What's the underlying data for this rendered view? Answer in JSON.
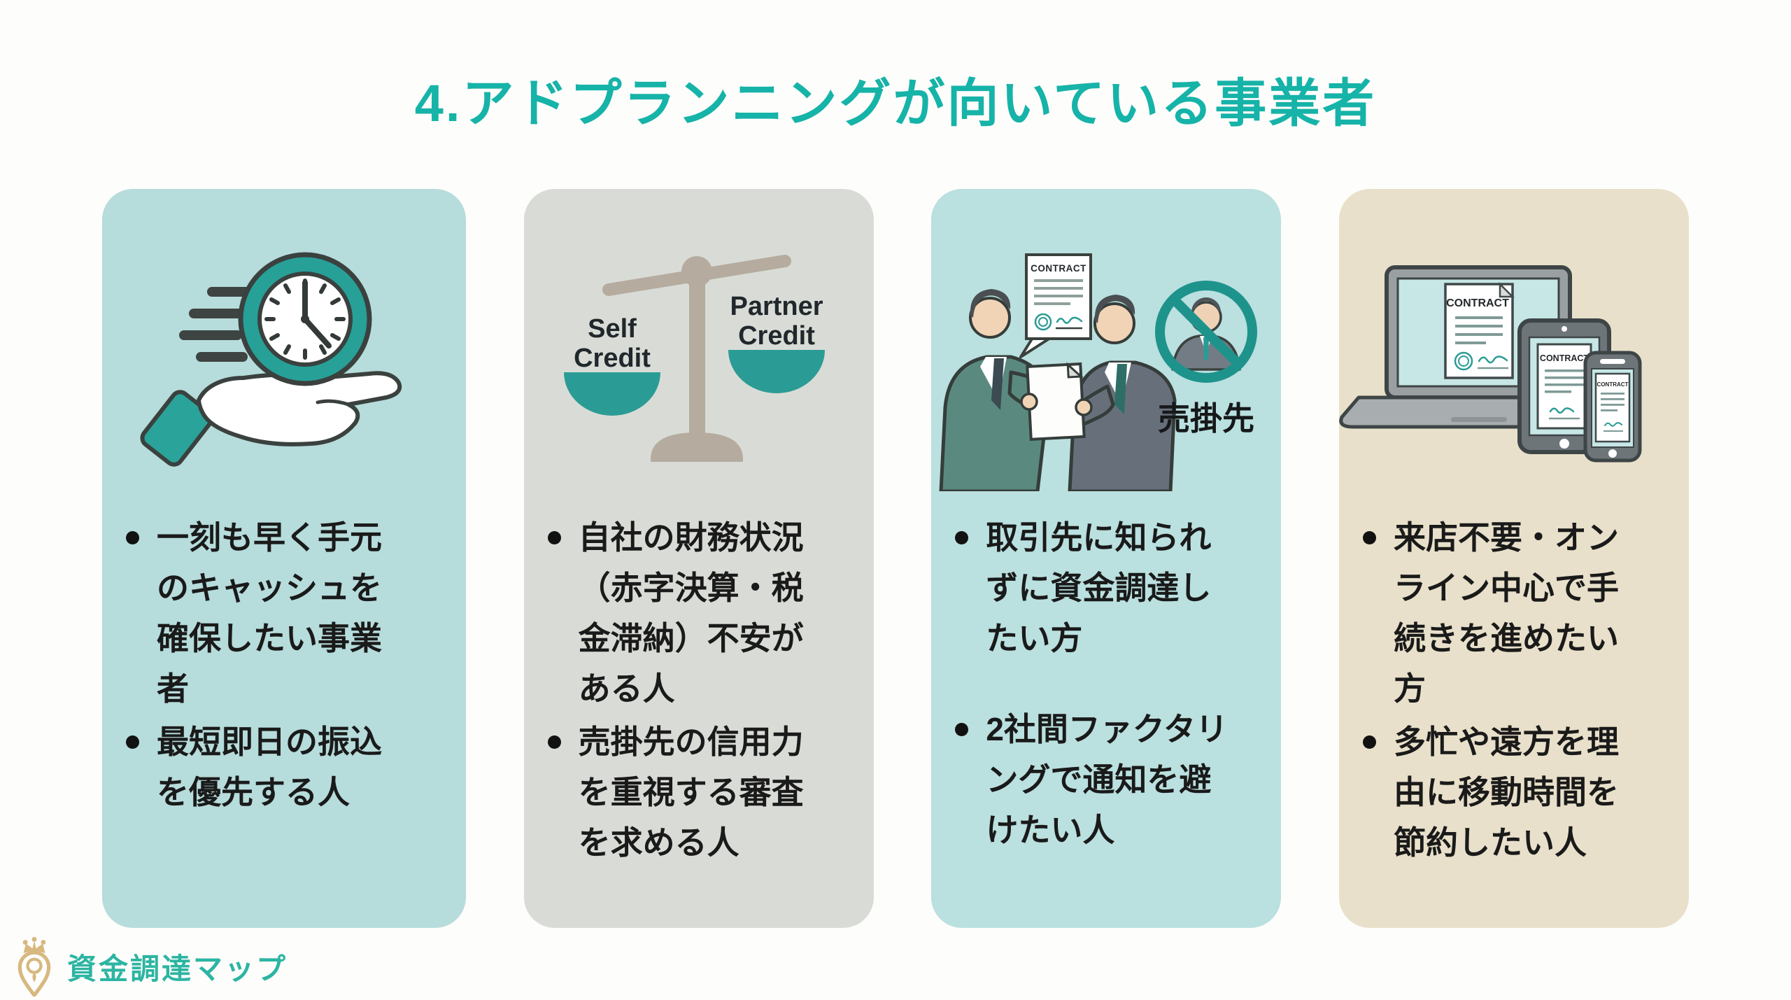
{
  "page": {
    "title": "4.アドプランニングが向いている事業者"
  },
  "cards": [
    {
      "name": "speed-funding",
      "illustration": "clock-in-hand",
      "bullets": [
        "一刻も早く手元のキャッシュを確保したい事業者",
        "最短即日の振込を優先する人"
      ]
    },
    {
      "name": "credit-balance",
      "illustration": "balance-scale",
      "scale": {
        "left": [
          "Self",
          "Credit"
        ],
        "right": [
          "Partner",
          "Credit"
        ]
      },
      "bullets": [
        "自社の財務状況（赤字決算・税金滞納）不安がある人",
        "売掛先の信用力を重視する審査を求める人"
      ]
    },
    {
      "name": "no-notification",
      "illustration": "businessmen-document-handoff",
      "contract_label": "CONTRACT",
      "prohibition_label": "売掛先",
      "bullets": [
        "取引先に知られずに資金調達したい方",
        "2社間ファクタリングで通知を避けたい人"
      ]
    },
    {
      "name": "online-procedure",
      "illustration": "devices-with-contract",
      "contract_label": "CONTRACT",
      "bullets": [
        "来店不要・オンライン中心で手続きを進めたい方",
        "多忙や遠方を理由に移動時間を節約したい人"
      ]
    }
  ],
  "footer": {
    "brand": "資金調達マップ"
  },
  "colors": {
    "title_teal": "#16b3a8",
    "card1_bg": "#b6dcdb",
    "card2_bg": "#d9dcd6",
    "card3_bg": "#bae0df",
    "card4_bg": "#e8e0ca",
    "icon_teal": "#2b9c95",
    "prohibition_teal": "#1e938c",
    "scale_taupe": "#b5ac9f",
    "suit_green": "#5a8a7f",
    "suit_gray": "#67707a",
    "logo_gold": "#d7b87e",
    "brand_teal": "#2cb5a2",
    "text_black": "#1a1a1a"
  }
}
